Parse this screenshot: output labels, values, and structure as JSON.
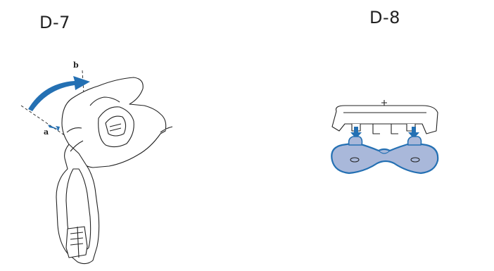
{
  "panels": [
    {
      "label": "D-7",
      "callouts": [
        "a",
        "b"
      ]
    },
    {
      "label": "D-8"
    }
  ],
  "colors": {
    "accent_blue": "#2470b3",
    "part_fill_blue": "#a9b8da",
    "line": "#222222"
  },
  "icons": {
    "rotate_arrow": "curved-rotate-arrow-icon",
    "press_arrow": "down-arrow-icon"
  }
}
